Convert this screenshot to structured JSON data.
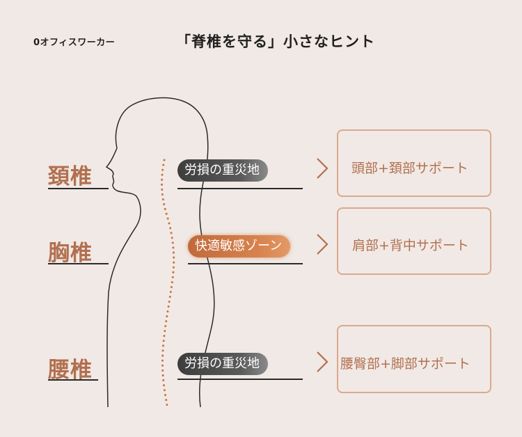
{
  "header": {
    "brand": "0オフィスワーカー",
    "title": "「脊椎を守る」小さなヒント"
  },
  "regions": [
    {
      "label": "頚椎",
      "status": "労損の重災地",
      "status_style": "dark",
      "support": "頭部+頚部サポート"
    },
    {
      "label": "胸椎",
      "status": "快適敏感ゾーン",
      "status_style": "orange",
      "support": "肩部+背中サポート"
    },
    {
      "label": "腰椎",
      "status": "労損の重災地",
      "status_style": "dark",
      "support": "腰臀部+脚部サポート"
    }
  ],
  "colors": {
    "background": "#f1e9e5",
    "accent": "#b27050",
    "box_border": "#d9a98e",
    "pill_dark": "#4a4a4a",
    "pill_orange": "#cc733f"
  },
  "icons": {
    "arrow": "chevron-right-icon"
  }
}
